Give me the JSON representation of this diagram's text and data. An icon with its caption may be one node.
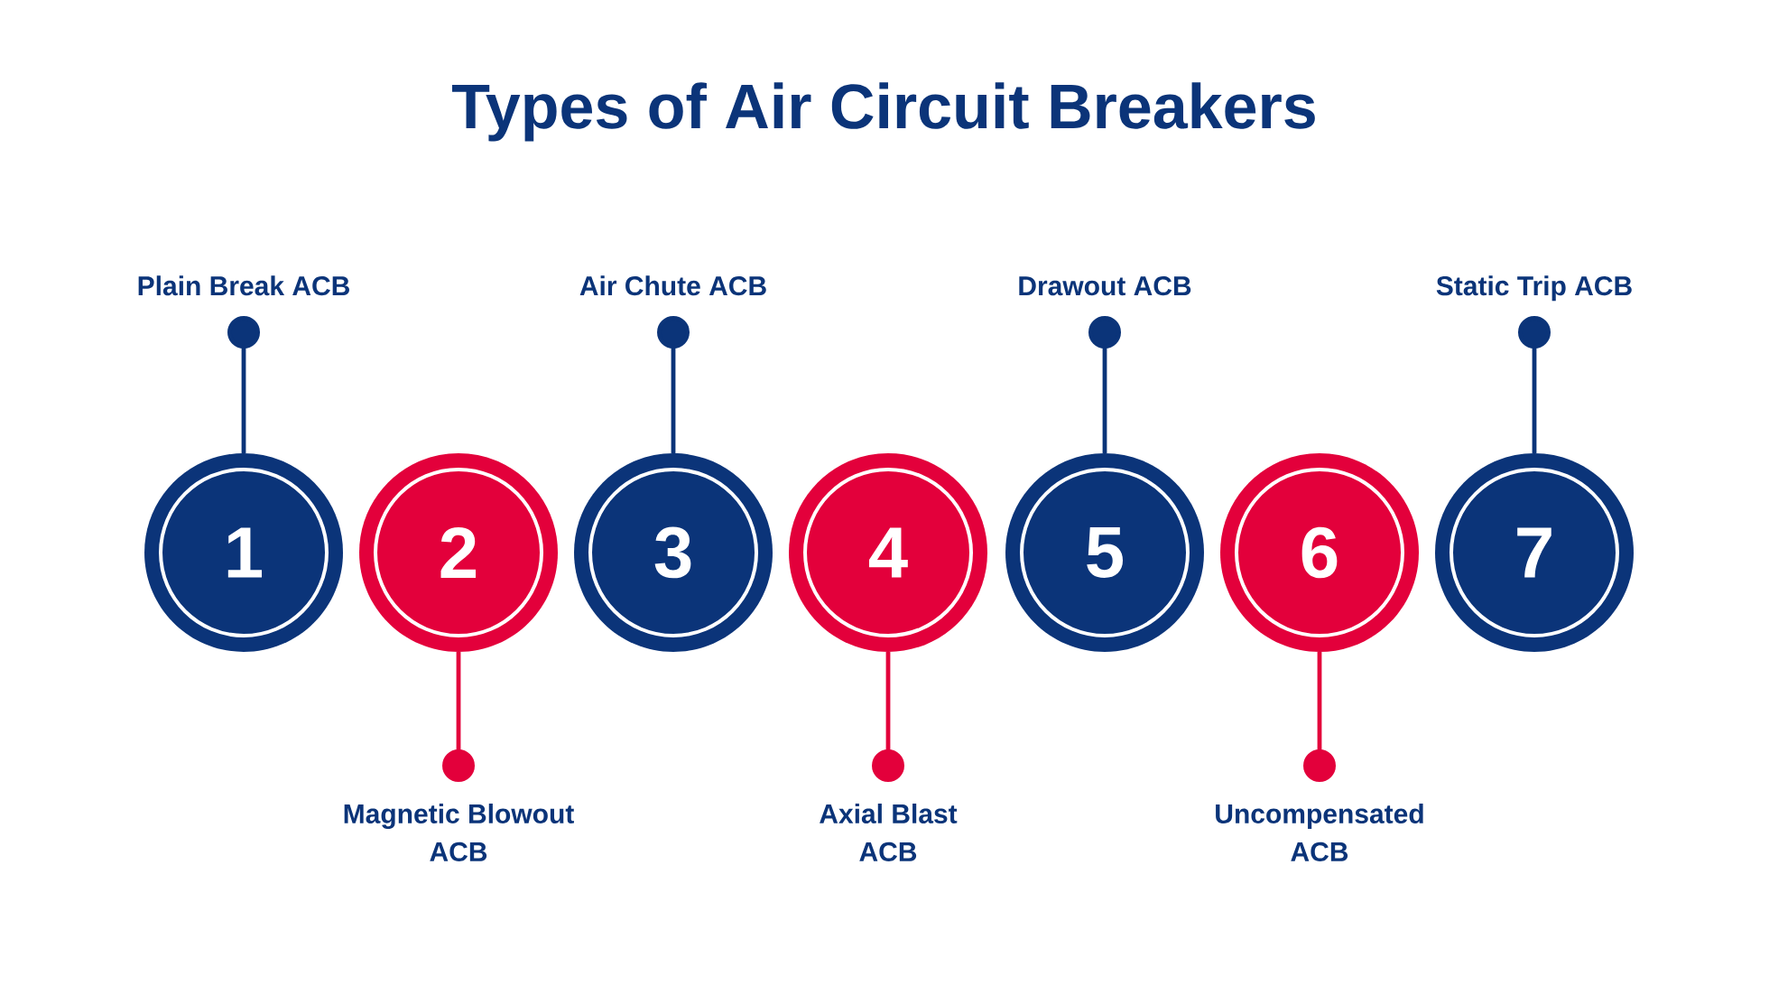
{
  "diagram": {
    "title": "Types of Air Circuit Breakers",
    "nodes": [
      {
        "text": [
          "1"
        ]
      },
      {
        "text": [
          "2"
        ]
      },
      {
        "text": [
          "3"
        ]
      },
      {
        "text": [
          "4"
        ]
      },
      {
        "text": [
          "5"
        ]
      },
      {
        "text": [
          "6"
        ]
      },
      {
        "text": [
          "7"
        ]
      },
      {
        "text": [
          "Plain Break ACB"
        ]
      },
      {
        "text": [
          "Magnetic Blowout ACB"
        ]
      },
      {
        "text": [
          "Air Chute ACB"
        ]
      },
      {
        "text": [
          "Axial Blast ACB"
        ]
      },
      {
        "text": [
          "Drawout ACB"
        ]
      },
      {
        "text": [
          "Uncompensated ACB"
        ]
      },
      {
        "text": [
          "Static Trip ACB"
        ]
      }
    ],
    "edges": [
      {
        "from": 7,
        "to": 0,
        "arrow": "other"
      },
      {
        "from": 8,
        "to": 1,
        "arrow": "other",
        "color": "#e3003b"
      },
      {
        "from": 9,
        "to": 2,
        "arrow": "other"
      },
      {
        "from": 10,
        "to": 3,
        "arrow": "other",
        "color": "#e3003b"
      },
      {
        "from": 11,
        "to": 4,
        "arrow": "other"
      },
      {
        "from": 12,
        "to": 5,
        "arrow": "other",
        "color": "#e3003b"
      },
      {
        "from": 13,
        "to": 6,
        "arrow": "other"
      }
    ]
  }
}
